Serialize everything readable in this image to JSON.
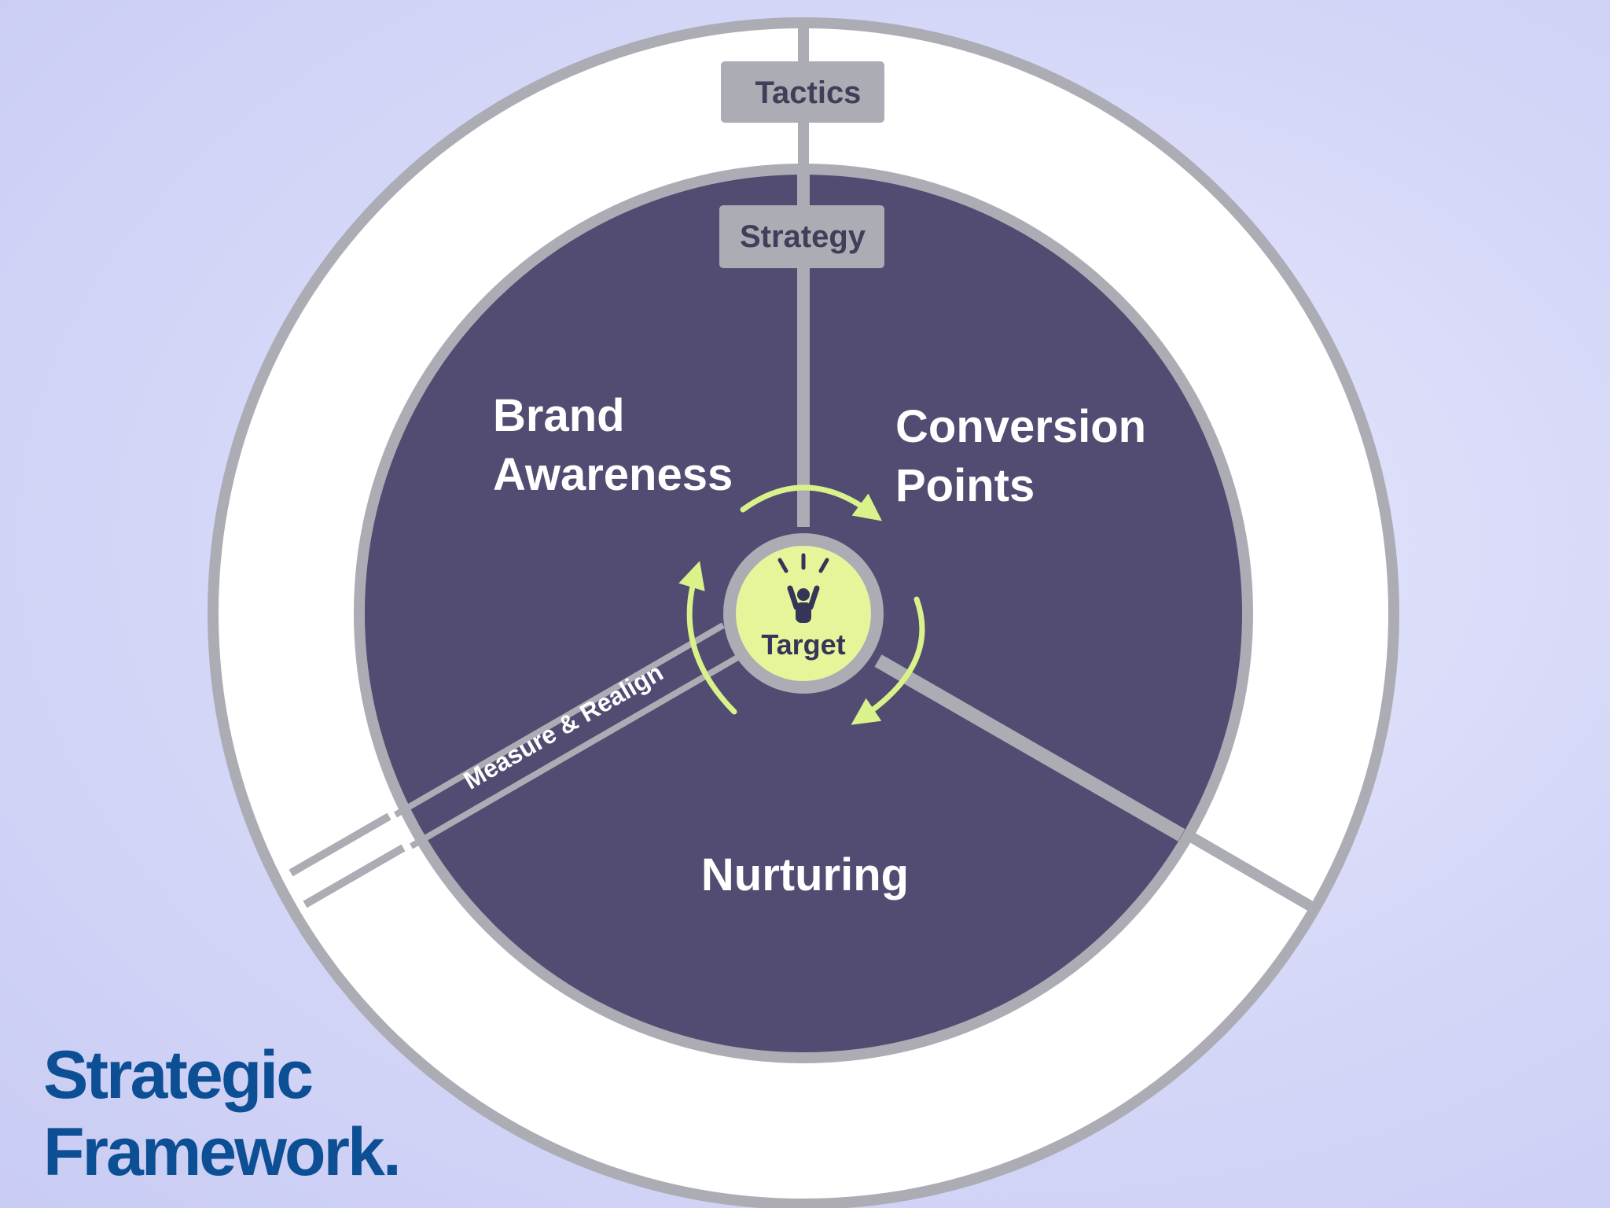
{
  "title": {
    "line1": "Strategic",
    "line2": "Framework."
  },
  "diagram": {
    "outer_ring_label": "Tactics",
    "inner_ring_label": "Strategy",
    "segments": {
      "top_left": [
        "Brand",
        "Awareness"
      ],
      "top_right": [
        "Conversion",
        "Points"
      ],
      "bottom": "Nurturing"
    },
    "spoke_label": "Measure & Realign",
    "center_label": "Target",
    "center_icon": "cheering-person-icon",
    "colors": {
      "core": "#524b72",
      "ring_stroke": "#acacb4",
      "outer_ring_fill": "#ffffff",
      "target": "#e6f59a",
      "arrows": "#d9f28a",
      "title": "#0c4f95"
    }
  }
}
